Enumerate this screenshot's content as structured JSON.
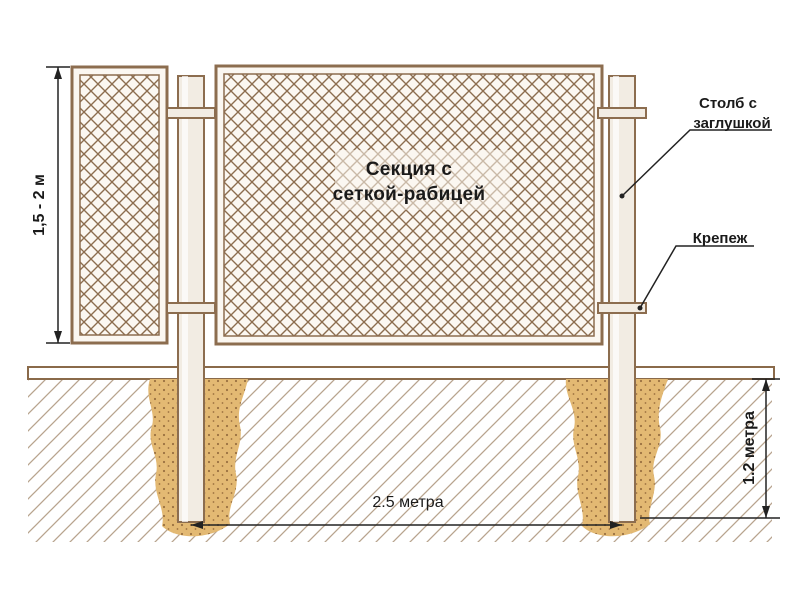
{
  "labels": {
    "section_line1": "Секция с",
    "section_line2": "сеткой-рабицей",
    "post_line1": "Столб с",
    "post_line2": "заглушкой",
    "fastener": "Крепеж",
    "height": "1,5 - 2 м",
    "depth": "1.2 метра",
    "span": "2.5 метра"
  },
  "colors": {
    "frame": "#8c6d4f",
    "mesh": "#8c6d4f",
    "post_fill": "#f2ece3",
    "ground_line": "#8a6a4a",
    "hatch": "#b8a48e",
    "concrete": "#e3b973",
    "concrete_dot": "#9a7040",
    "dim_line": "#222222"
  }
}
